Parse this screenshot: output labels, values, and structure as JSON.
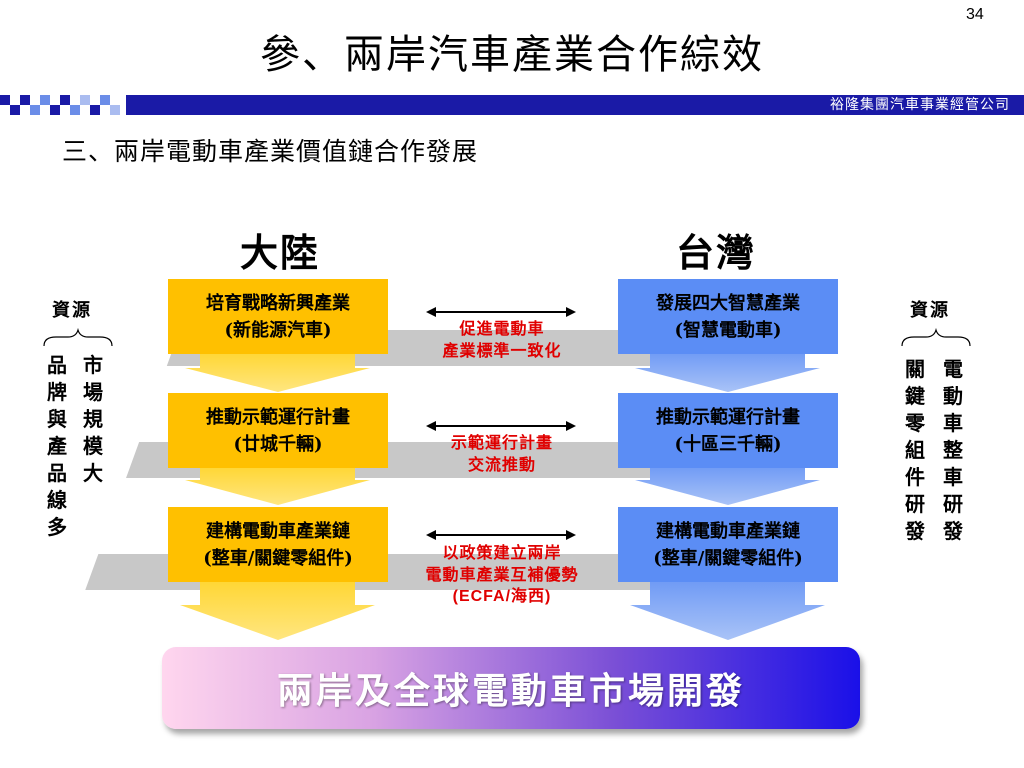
{
  "page_number": "34",
  "title": "參、兩岸汽車產業合作綜效",
  "company": "裕隆集團汽車事業經管公司",
  "subtitle": "三、兩岸電動車產業價值鏈合作發展",
  "colors": {
    "header_band": "#1a1aa6",
    "mainland_box": "#ffc000",
    "taiwan_box": "#5b8df5",
    "cooperation_text": "#e00000",
    "shadow_arrow": "#bfbfbf"
  },
  "mainland": {
    "label": "大陸",
    "resource_label": "資源",
    "resource_col1": "品牌與產品線多",
    "resource_col2": "市場規模大",
    "stages": [
      {
        "line1": "培育戰略新興產業",
        "line2": "(新能源汽車)"
      },
      {
        "line1": "推動示範運行計畫",
        "line2": "(廿城千輛)"
      },
      {
        "line1": "建構電動車產業鏈",
        "line2": "(整車/關鍵零組件)"
      }
    ]
  },
  "taiwan": {
    "label": "台灣",
    "resource_label": "資源",
    "resource_col1": "關鍵零組件研發",
    "resource_col2": "電動車整車研發",
    "stages": [
      {
        "line1": "發展四大智慧產業",
        "line2": "(智慧電動車)"
      },
      {
        "line1": "推動示範運行計畫",
        "line2": "(十區三千輛)"
      },
      {
        "line1": "建構電動車產業鏈",
        "line2": "(整車/關鍵零組件)"
      }
    ]
  },
  "cooperation": [
    {
      "lines": [
        "促進電動車",
        "產業標準一致化"
      ]
    },
    {
      "lines": [
        "示範運行計畫",
        "交流推動"
      ]
    },
    {
      "lines": [
        "以政策建立兩岸",
        "電動車產業互補優勢",
        "(ECFA/海西)"
      ]
    }
  ],
  "result": "兩岸及全球電動車市場開發"
}
